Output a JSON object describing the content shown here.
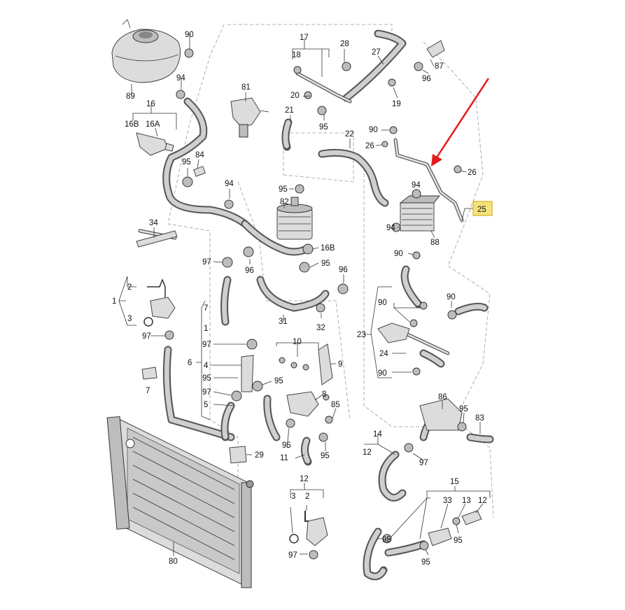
{
  "highlight_color": "#f7e27a",
  "arrow_color": "#e31b1b",
  "highlighted_label": "25",
  "labels": {
    "l90a": "90",
    "l89": "89",
    "l94a": "94",
    "l17": "17",
    "l18": "18",
    "l28": "28",
    "l27": "27",
    "l87": "87",
    "l96a": "96",
    "l81": "81",
    "l20": "20",
    "l19": "19",
    "l16": "16",
    "l16B": "16B",
    "l16A": "16A",
    "l21": "21",
    "l95a": "95",
    "l90b": "90",
    "l22": "22",
    "l26a": "26",
    "l84": "84",
    "l95b": "95",
    "l94b": "94",
    "l26b": "26",
    "l94c": "94",
    "l95c": "95",
    "l82": "82",
    "l25": "25",
    "l34": "34",
    "l94d": "94",
    "l88": "88",
    "l16B2": "16B",
    "l90c": "90",
    "l97a": "97",
    "l96b": "96",
    "l95d": "95",
    "l96c": "96",
    "l2a": "2",
    "l1a": "1",
    "l3a": "3",
    "l7a": "7",
    "l90d": "90",
    "l90e": "90",
    "l31": "31",
    "l32": "32",
    "l97b": "97",
    "l1b": "1",
    "l97c": "97",
    "l10": "10",
    "l23": "23",
    "l9": "9",
    "l24": "24",
    "l6": "6",
    "l4": "4",
    "l7b": "7",
    "l95e": "95",
    "l95f": "95",
    "l90f": "90",
    "l97d": "97",
    "l5": "5",
    "l8": "8",
    "l86": "86",
    "l85": "85",
    "l95g": "95",
    "l83": "83",
    "l14": "14",
    "l95h": "95",
    "l12a": "12",
    "l11": "11",
    "l95i": "95",
    "l29": "29",
    "l97e": "97",
    "l15": "15",
    "l12b": "12",
    "l3b": "3",
    "l2b": "2",
    "l33": "33",
    "l13": "13",
    "l12c": "12",
    "l95j": "95",
    "l97f": "97",
    "l95k": "95",
    "l80": "80",
    "l95l": "95"
  }
}
